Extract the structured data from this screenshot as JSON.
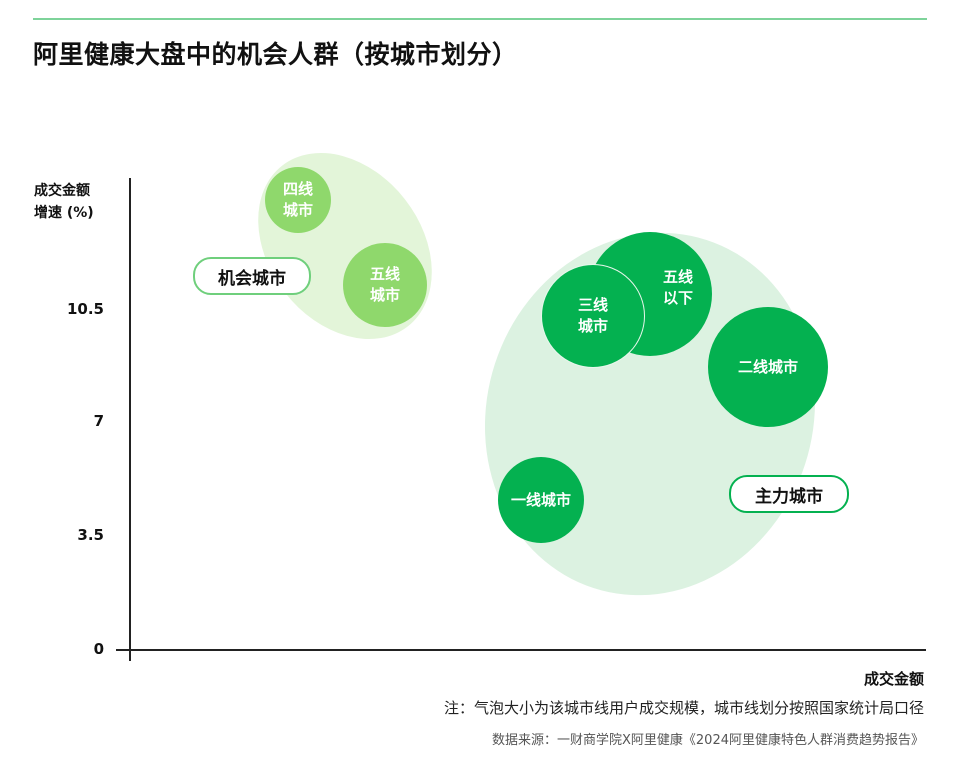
{
  "title": "阿里健康大盘中的机会人群（按城市划分）",
  "axes": {
    "y_label_line1": "成交金额",
    "y_label_line2": "增速 (%)",
    "x_label": "成交金额",
    "y_ticks": [
      "10.5",
      "7",
      "3.5",
      "0"
    ]
  },
  "groups": {
    "opportunity": {
      "label": "机会城市",
      "fill": "#e3f5d9"
    },
    "main": {
      "label": "主力城市",
      "fill": "#dcf2e1"
    }
  },
  "bubbles": [
    {
      "label": "四线\n城市",
      "color": "#8fd86c"
    },
    {
      "label": "五线\n城市",
      "color": "#8fd86c"
    },
    {
      "label": "五线\n以下",
      "color": "#04b150"
    },
    {
      "label": "三线\n城市",
      "color": "#04b150"
    },
    {
      "label": "二线城市",
      "color": "#04b150"
    },
    {
      "label": "一线城市",
      "color": "#04b150"
    }
  ],
  "footer": {
    "note": "注：气泡大小为该城市线用户成交规模，城市线划分按照国家统计局口径",
    "source": "数据来源：一财商学院X阿里健康《2024阿里健康特色人群消费趋势报告》"
  },
  "chart_data": {
    "type": "scatter",
    "subtype": "bubble",
    "title": "阿里健康大盘中的机会人群（按城市划分）",
    "xlabel": "成交金额",
    "ylabel": "成交金额增速 (%)",
    "y_ticks": [
      0,
      3.5,
      7,
      10.5
    ],
    "ylim": [
      0,
      14.5
    ],
    "x_ticks": [],
    "x_note": "x axis has no numeric ticks; x values are relative horizontal positions (pixels)",
    "grid": false,
    "legend": "none (group labels annotated in chart)",
    "series": [
      {
        "name": "机会城市",
        "points": [
          {
            "label": "四线城市",
            "x": 298,
            "y": 13.9,
            "size_radius_px": 33
          },
          {
            "label": "五线城市",
            "x": 385,
            "y": 11.3,
            "size_radius_px": 42
          }
        ]
      },
      {
        "name": "主力城市",
        "points": [
          {
            "label": "五线以下",
            "x": 650,
            "y": 11.0,
            "size_radius_px": 62
          },
          {
            "label": "三线城市",
            "x": 593,
            "y": 10.3,
            "size_radius_px": 52
          },
          {
            "label": "二线城市",
            "x": 760,
            "y": 8.7,
            "size_radius_px": 60
          },
          {
            "label": "一线城市",
            "x": 541,
            "y": 4.6,
            "size_radius_px": 43
          }
        ]
      }
    ],
    "annotations": [
      "注：气泡大小为该城市线用户成交规模，城市线划分按照国家统计局口径"
    ]
  }
}
